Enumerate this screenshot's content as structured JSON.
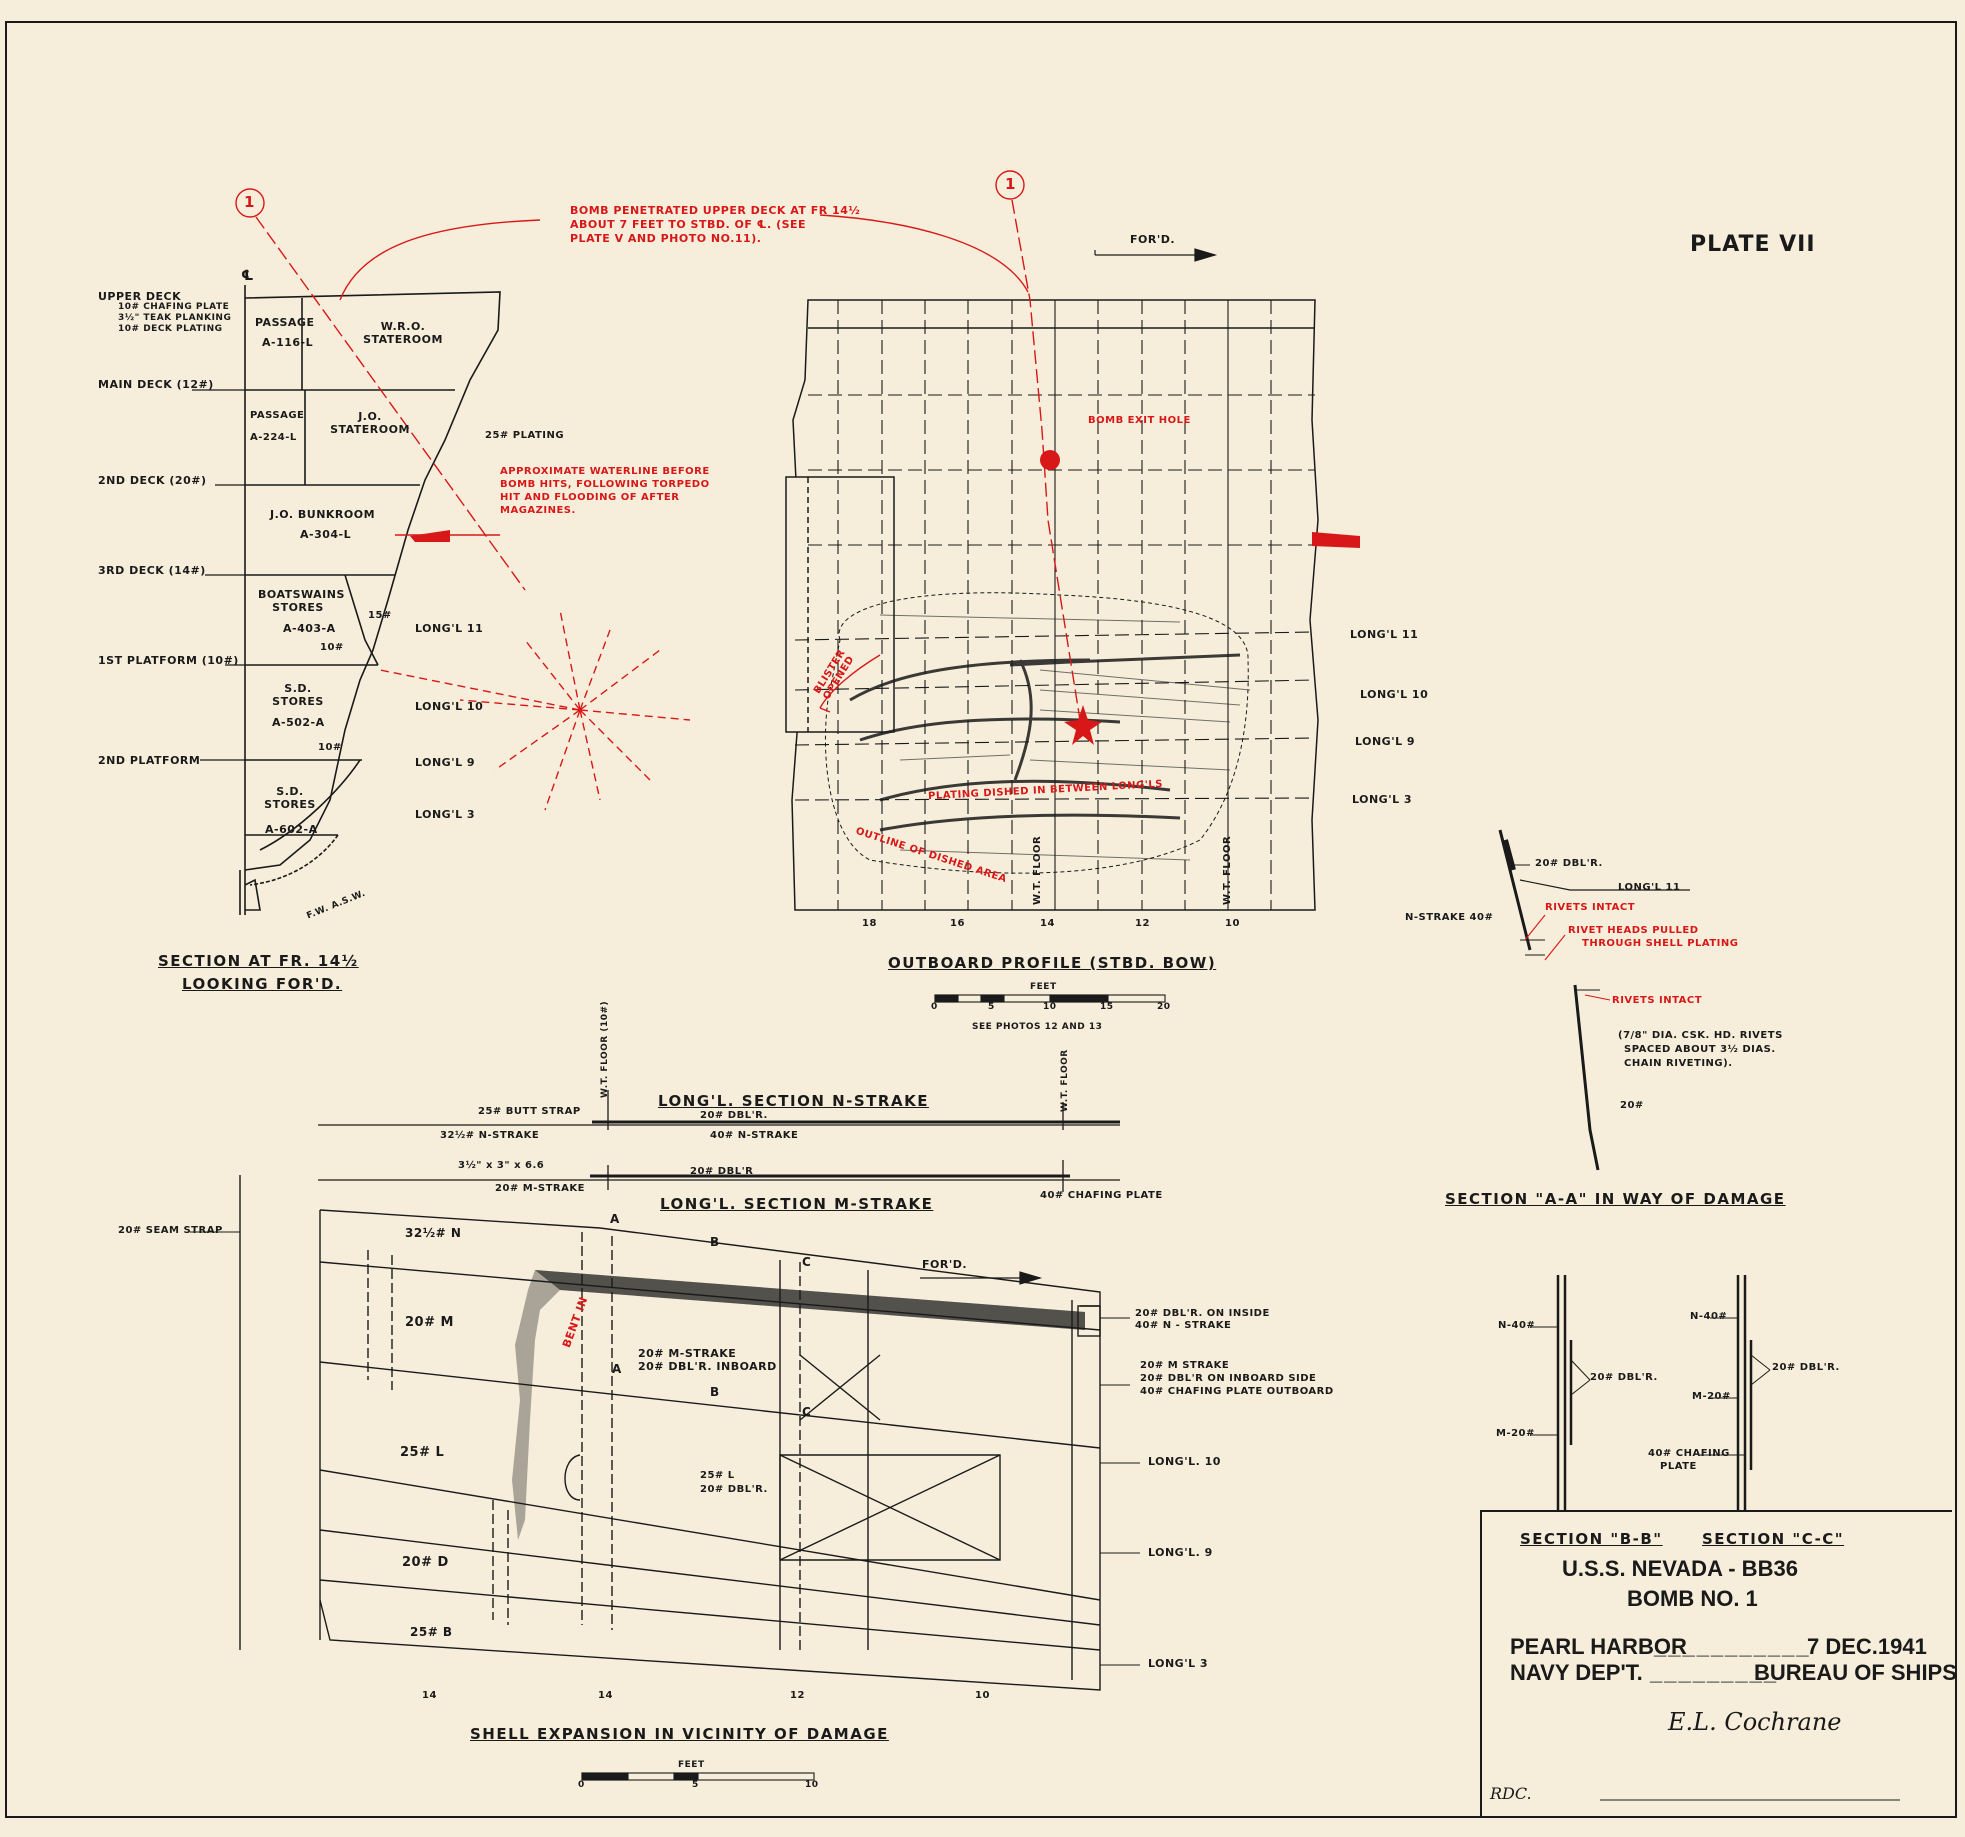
{
  "plate": "PLATE VII",
  "title_block": {
    "ship": "U.S.S. NEVADA - BB36",
    "bomb": "BOMB NO. 1",
    "location": "PEARL HARBOR",
    "date": "7 DEC.1941",
    "dept": "NAVY DEP'T.",
    "bureau": "BUREAU OF SHIPS",
    "signature": "E.L. Cochrane",
    "initials": "RDC."
  },
  "section_fr": {
    "title_line1": "SECTION AT FR. 14½",
    "title_line2": "LOOKING FOR'D.",
    "decks": [
      "UPPER DECK",
      "MAIN DECK (12#)",
      "2ND DECK (20#)",
      "3RD DECK (14#)",
      "1ST PLATFORM (10#)",
      "2ND PLATFORM"
    ],
    "upper_deck_notes": [
      "10# CHAFING PLATE",
      "3½\" TEAK PLANKING",
      "10# DECK PLATING"
    ],
    "rooms": [
      {
        "name": "PASSAGE",
        "code": "A-116-L"
      },
      {
        "name": "W.R.O. STATEROOM",
        "code": ""
      },
      {
        "name": "PASSAGE",
        "code": "A-224-L"
      },
      {
        "name": "J.O. STATEROOM",
        "code": ""
      },
      {
        "name": "J.O. BUNKROOM",
        "code": "A-304-L"
      },
      {
        "name": "BOATSWAINS STORES",
        "code": "A-403-A"
      },
      {
        "name": "S.D. STORES",
        "code": "A-502-A"
      },
      {
        "name": "S.D. STORES",
        "code": "A-602-A"
      }
    ],
    "plating_labels": [
      "25# PLATING",
      "15#",
      "10#",
      "10#",
      "F.W. A.S.W."
    ],
    "longl_labels": [
      "LONG'L 11",
      "LONG'L 10",
      "LONG'L 9",
      "LONG'L 3"
    ],
    "centerline": "℄"
  },
  "annotations": {
    "bomb_penetrated": [
      "BOMB PENETRATED UPPER DECK AT FR 14½",
      "ABOUT 7 FEET TO STBD. OF ℄. (SEE",
      "PLATE V AND PHOTO NO.11)."
    ],
    "waterline": [
      "APPROXIMATE WATERLINE BEFORE",
      "BOMB HITS, FOLLOWING TORPEDO",
      "HIT AND FLOODING OF AFTER",
      "MAGAZINES."
    ],
    "bomb_marker": "1",
    "exit_hole": "BOMB EXIT HOLE",
    "blister": "BLISTER OPENED",
    "dished": "PLATING DISHED IN BETWEEN LONG'LS",
    "outline": "OUTLINE OF DISHED AREA"
  },
  "outboard": {
    "title": "OUTBOARD PROFILE (STBD. BOW)",
    "ford": "FOR'D.",
    "frames": [
      "18",
      "16",
      "14",
      "12",
      "10"
    ],
    "wt_floor": "W.T. FLOOR",
    "longl_labels": [
      "LONG'L 11",
      "LONG'L 10",
      "LONG'L 9",
      "LONG'L 3"
    ],
    "scale_unit": "FEET",
    "scale_ticks": [
      "0",
      "5",
      "10",
      "15",
      "20"
    ],
    "photos_note": "SEE PHOTOS 12 AND 13"
  },
  "section_aa": {
    "title": "SECTION \"A-A\" IN WAY OF DAMAGE",
    "labels": [
      "20# DBL'R.",
      "LONG'L 11",
      "N-STRAKE 40#",
      "20#"
    ],
    "red_labels": [
      "RIVETS INTACT",
      "RIVET HEADS PULLED",
      "THROUGH SHELL PLATING",
      "RIVETS INTACT"
    ],
    "note": [
      "(7/8\" DIA. CSK. HD. RIVETS",
      "SPACED ABOUT 3½ DIAS.",
      "CHAIN RIVETING)."
    ]
  },
  "longl_n": {
    "title": "LONG'L. SECTION N-STRAKE",
    "labels": [
      "25# BUTT STRAP",
      "20# DBL'R.",
      "32½# N-STRAKE",
      "40# N-STRAKE",
      "W.T. FLOOR (10#)",
      "W.T. FLOOR"
    ]
  },
  "longl_m": {
    "title": "LONG'L. SECTION M-STRAKE",
    "labels": [
      "3½\" x 3\" x 6.6",
      "20# DBL'R",
      "20# M-STRAKE",
      "40# CHAFING PLATE"
    ]
  },
  "shell": {
    "title": "SHELL EXPANSION IN VICINITY OF DAMAGE",
    "seam_strap": "20# SEAM STRAP",
    "strakes": [
      "32½# N",
      "20# M",
      "25# L",
      "20# D",
      "25# B"
    ],
    "bent_in": "BENT IN",
    "inboard_note": [
      "20# M-STRAKE",
      "20# DBL'R. INBOARD"
    ],
    "l_note": [
      "25# L",
      "20# DBL'R."
    ],
    "ford": "FOR'D.",
    "right_notes": [
      "20# DBL'R. ON INSIDE",
      "40# N - STRAKE"
    ],
    "right_notes2": [
      "20# M STRAKE",
      "20# DBL'R ON INBOARD SIDE",
      "40# CHAFING PLATE OUTBOARD"
    ],
    "longl_labels": [
      "LONG'L. 10",
      "LONG'L. 9",
      "LONG'L 3"
    ],
    "frames": [
      "14",
      "14",
      "12",
      "10"
    ],
    "section_marks": [
      "A",
      "B",
      "C"
    ],
    "scale_unit": "FEET",
    "scale_ticks": [
      "0",
      "5",
      "10"
    ]
  },
  "section_bb": {
    "title": "SECTION \"B-B\"",
    "labels": [
      "N-40#",
      "20# DBL'R.",
      "M-20#"
    ]
  },
  "section_cc": {
    "title": "SECTION \"C-C\"",
    "labels": [
      "N-40#",
      "20# DBL'R.",
      "M-20#",
      "40# CHAFING",
      "PLATE"
    ]
  }
}
